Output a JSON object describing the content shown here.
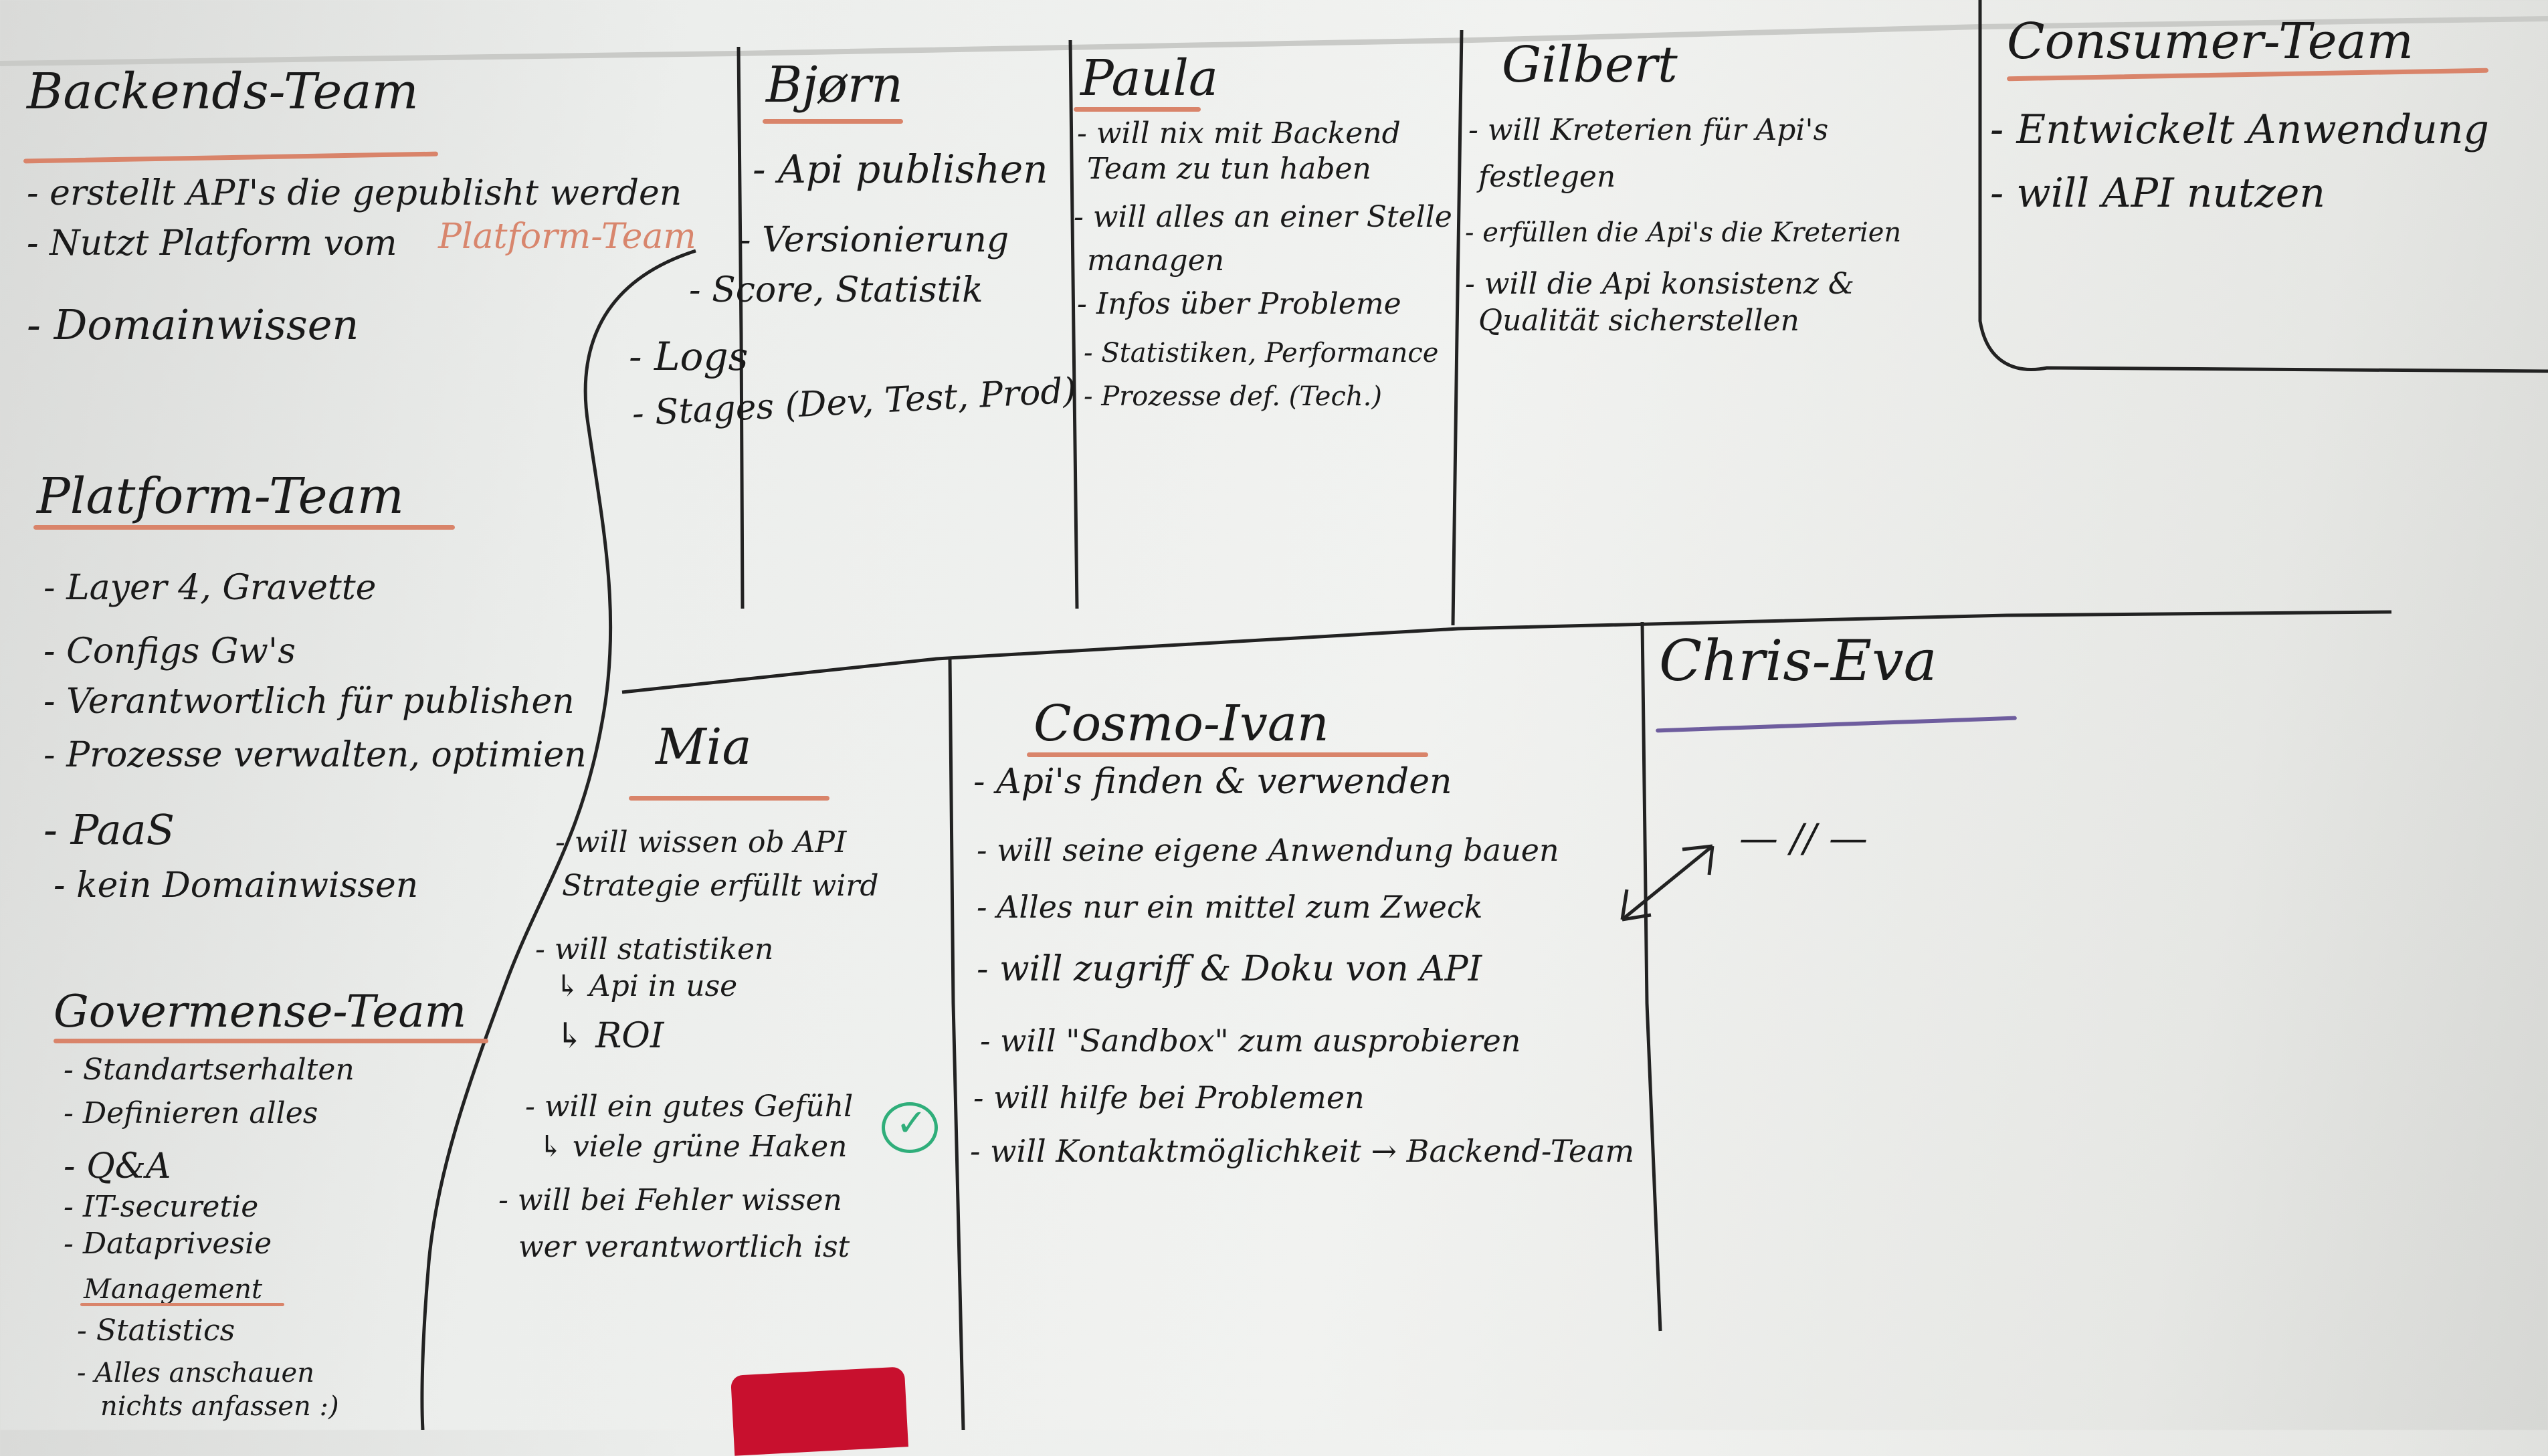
{
  "board": {
    "sections": {
      "backend": {
        "title": "Backends-Team",
        "items": [
          "- erstellt API's die gepublisht werden",
          "- Nutzt Platform vom",
          "- Domainwissen"
        ],
        "platform_ref": "Platform-Team"
      },
      "platform": {
        "title": "Platform-Team",
        "items": [
          "- Layer 4, Gravette",
          "- Configs Gw's",
          "- Verantwortlich für publishen",
          "- Prozesse verwalten, optimien",
          "- PaaS",
          "- kein Domainwissen"
        ]
      },
      "governance": {
        "title": "Govermense-Team",
        "items": [
          "- Standartserhalten",
          "- Definieren alles",
          "- Q&A",
          "- IT-securetie",
          "- Dataprivesie"
        ],
        "management_title": "Management",
        "management_items": [
          "- Statistics",
          "- Alles anschauen",
          "nichts anfassen :)"
        ]
      },
      "bjoern": {
        "title": "Bjørn",
        "items": [
          "- Api publishen",
          "- Versionierung",
          "- Score, Statistik",
          "- Logs",
          "- Stages (Dev, Test, Prod)"
        ]
      },
      "paula": {
        "title": "Paula",
        "items": [
          "- will nix mit Backend",
          "Team zu tun haben",
          "- will alles an einer Stelle",
          "managen",
          "- Infos über Probleme",
          "- Statistiken, Performance",
          "- Prozesse def. (Tech.)"
        ]
      },
      "gilbert": {
        "title": "Gilbert",
        "items": [
          "- will Kreterien für Api's",
          "festlegen",
          "- erfüllen die Api's die Kreterien",
          "- will die Api konsistenz &",
          "Qualität sicherstellen"
        ]
      },
      "consumer": {
        "title": "Consumer-Team",
        "items": [
          "- Entwickelt Anwendung",
          "- will API nutzen"
        ]
      },
      "mia": {
        "title": "Mia",
        "items": [
          "- will wissen ob API",
          "Strategie erfüllt wird",
          "- will statistiken",
          "↳ Api in use",
          "↳ ROI",
          "- will ein gutes Gefühl",
          "↳ viele grüne Haken",
          "- will bei Fehler wissen",
          "wer verantwortlich ist"
        ]
      },
      "cosmo": {
        "title": "Cosmo-Ivan",
        "items": [
          "- Api's finden & verwenden",
          "- will seine eigene Anwendung bauen",
          "- Alles nur ein mittel zum Zweck",
          "- will zugriff & Doku von API",
          "- will \"Sandbox\" zum ausprobieren",
          "- will hilfe bei Problemen",
          "- will Kontaktmöglichkeit → Backend-Team"
        ]
      },
      "chris": {
        "title": "Chris-Eva",
        "items": [
          "— // —"
        ]
      }
    },
    "colors": {
      "marker_black": "#1a1a1a",
      "marker_orange": "#d9846a",
      "marker_purple": "#6e5d9e",
      "marker_green": "#2fae7a",
      "eraser_red": "#c8102e"
    }
  }
}
